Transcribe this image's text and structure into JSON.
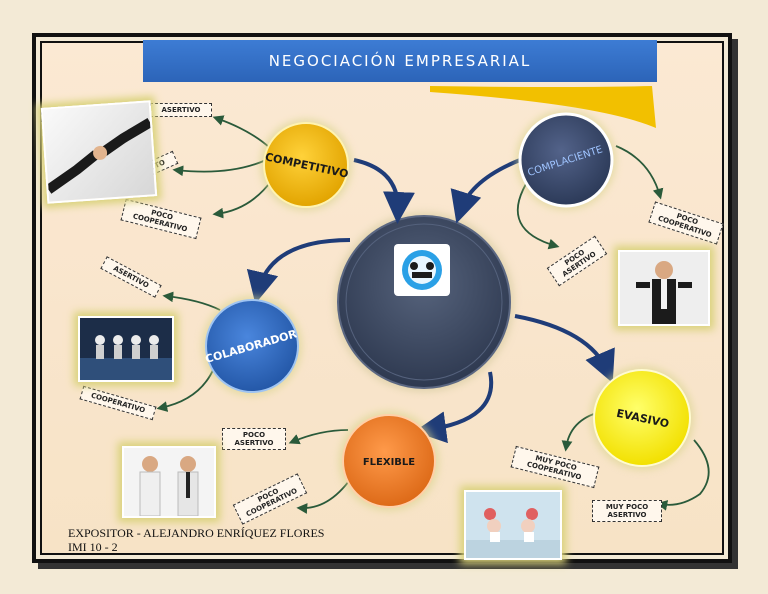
{
  "title": "NEGOCIACIÓN EMPRESARIAL",
  "center": {
    "text": ""
  },
  "nodes": {
    "competitivo": "COMPETITIVO",
    "complaciente": "COMPLACIENTE",
    "colaborador": "COLABORADOR",
    "evasivo": "EVASIVO",
    "flexible": "FLEXIBLE"
  },
  "labels": {
    "asertivo_1": "ASERTIVO",
    "directo": "DIRECTO",
    "poco_cooperativo_1": "POCO COOPERATIVO",
    "poco_cooperativo_2": "POCO COOPERATIVO",
    "poco_asertivo_1": "POCO ASERTIVO",
    "asertivo_2": "ASERTIVO",
    "cooperativo": "COOPERATIVO",
    "poco_asertivo_2": "POCO ASERTIVO",
    "poco_cooperativo_3": "POCO COOPERATIVO",
    "muy_poco_cooperativo": "MUY POCO COOPERATIVO",
    "muy_poco_asertivo": "MUY POCO ASERTIVO"
  },
  "footer": {
    "line1": "EXPOSITOR - ALEJANDRO ENRÍQUEZ FLORES",
    "line2": "IMI 10 - 2"
  },
  "colors": {
    "competitivo": "#f2b705",
    "complaciente": "#3c4c6a",
    "colaborador": "#2f6cc4",
    "evasivo": "#ffef00",
    "flexible": "#ee7a28",
    "center": "#3e4a63",
    "title_bar": "#2f6cc0",
    "arrow": "#1f3c78"
  }
}
